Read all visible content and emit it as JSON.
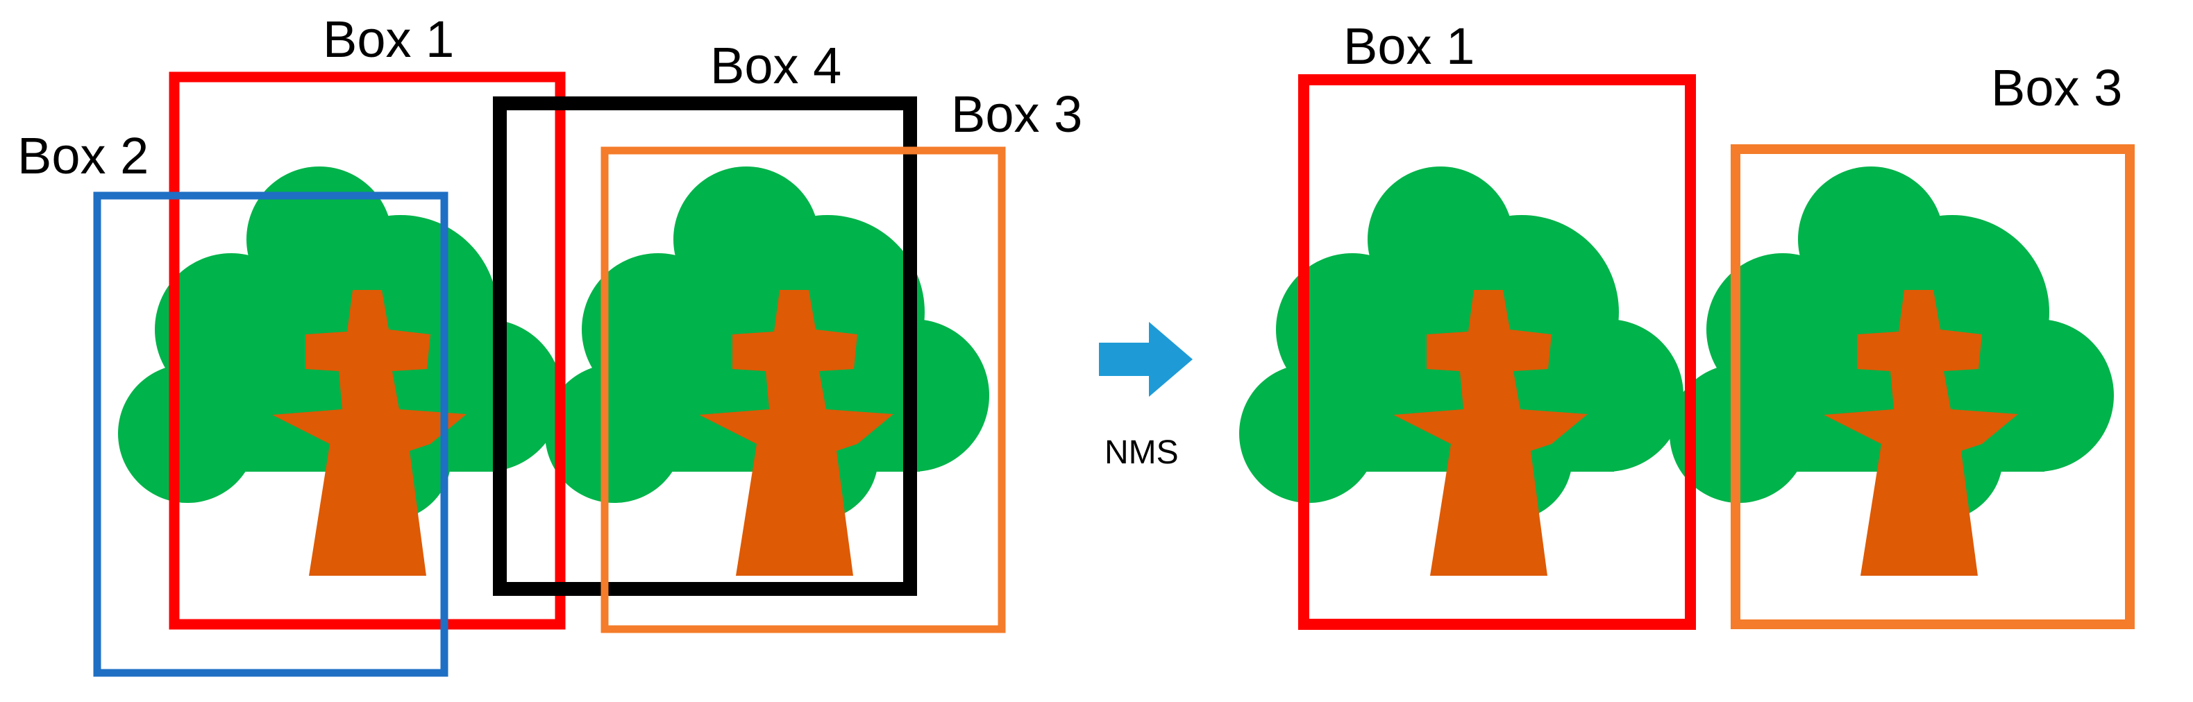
{
  "colors": {
    "canopy": "#00b34a",
    "trunk": "#de5a05",
    "box1": "#ff0000",
    "box2": "#1f6fc4",
    "box3": "#f47c2a",
    "box4": "#000000",
    "arrow": "#1e9bd7"
  },
  "before": {
    "labels": {
      "box1": "Box 1",
      "box2": "Box 2",
      "box3": "Box 3",
      "box4": "Box 4"
    }
  },
  "transition": {
    "label": "NMS",
    "icon": "right-arrow-icon"
  },
  "after": {
    "labels": {
      "box1": "Box 1",
      "box3": "Box 3"
    }
  }
}
